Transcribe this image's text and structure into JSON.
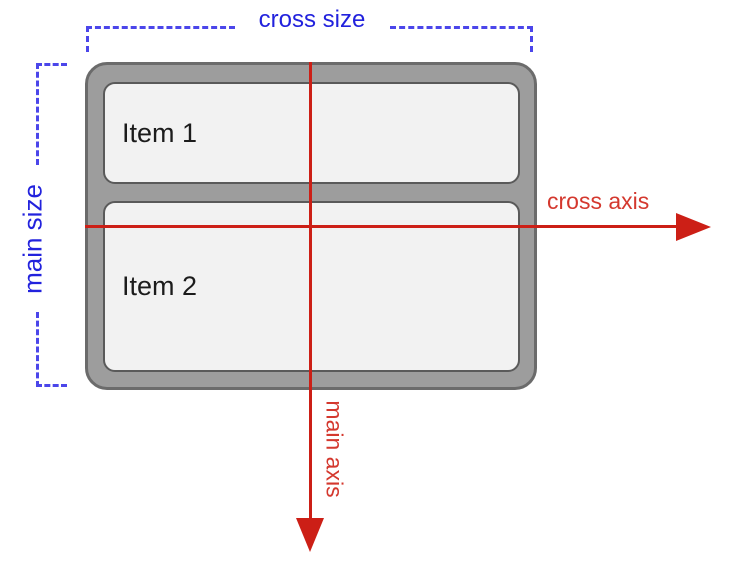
{
  "diagram": {
    "title": "flexbox column main/cross axis diagram",
    "labels": {
      "cross_size": "cross size",
      "main_size": "main size",
      "cross_axis": "cross axis",
      "main_axis": "main axis"
    },
    "items": [
      {
        "label": "Item 1"
      },
      {
        "label": "Item 2"
      }
    ],
    "colors": {
      "size_label_blue": "#2222dd",
      "bracket_dash_blue": "#4b46ea",
      "axis_red": "#cc1f16",
      "axis_text_red": "#d4382e",
      "container_fill": "#9d9d9d",
      "container_stroke": "#6b6b6b",
      "item_fill": "#f2f2f2",
      "item_stroke": "#5a5a5a",
      "item_text": "#1c1c1c",
      "background": "#ffffff"
    }
  }
}
